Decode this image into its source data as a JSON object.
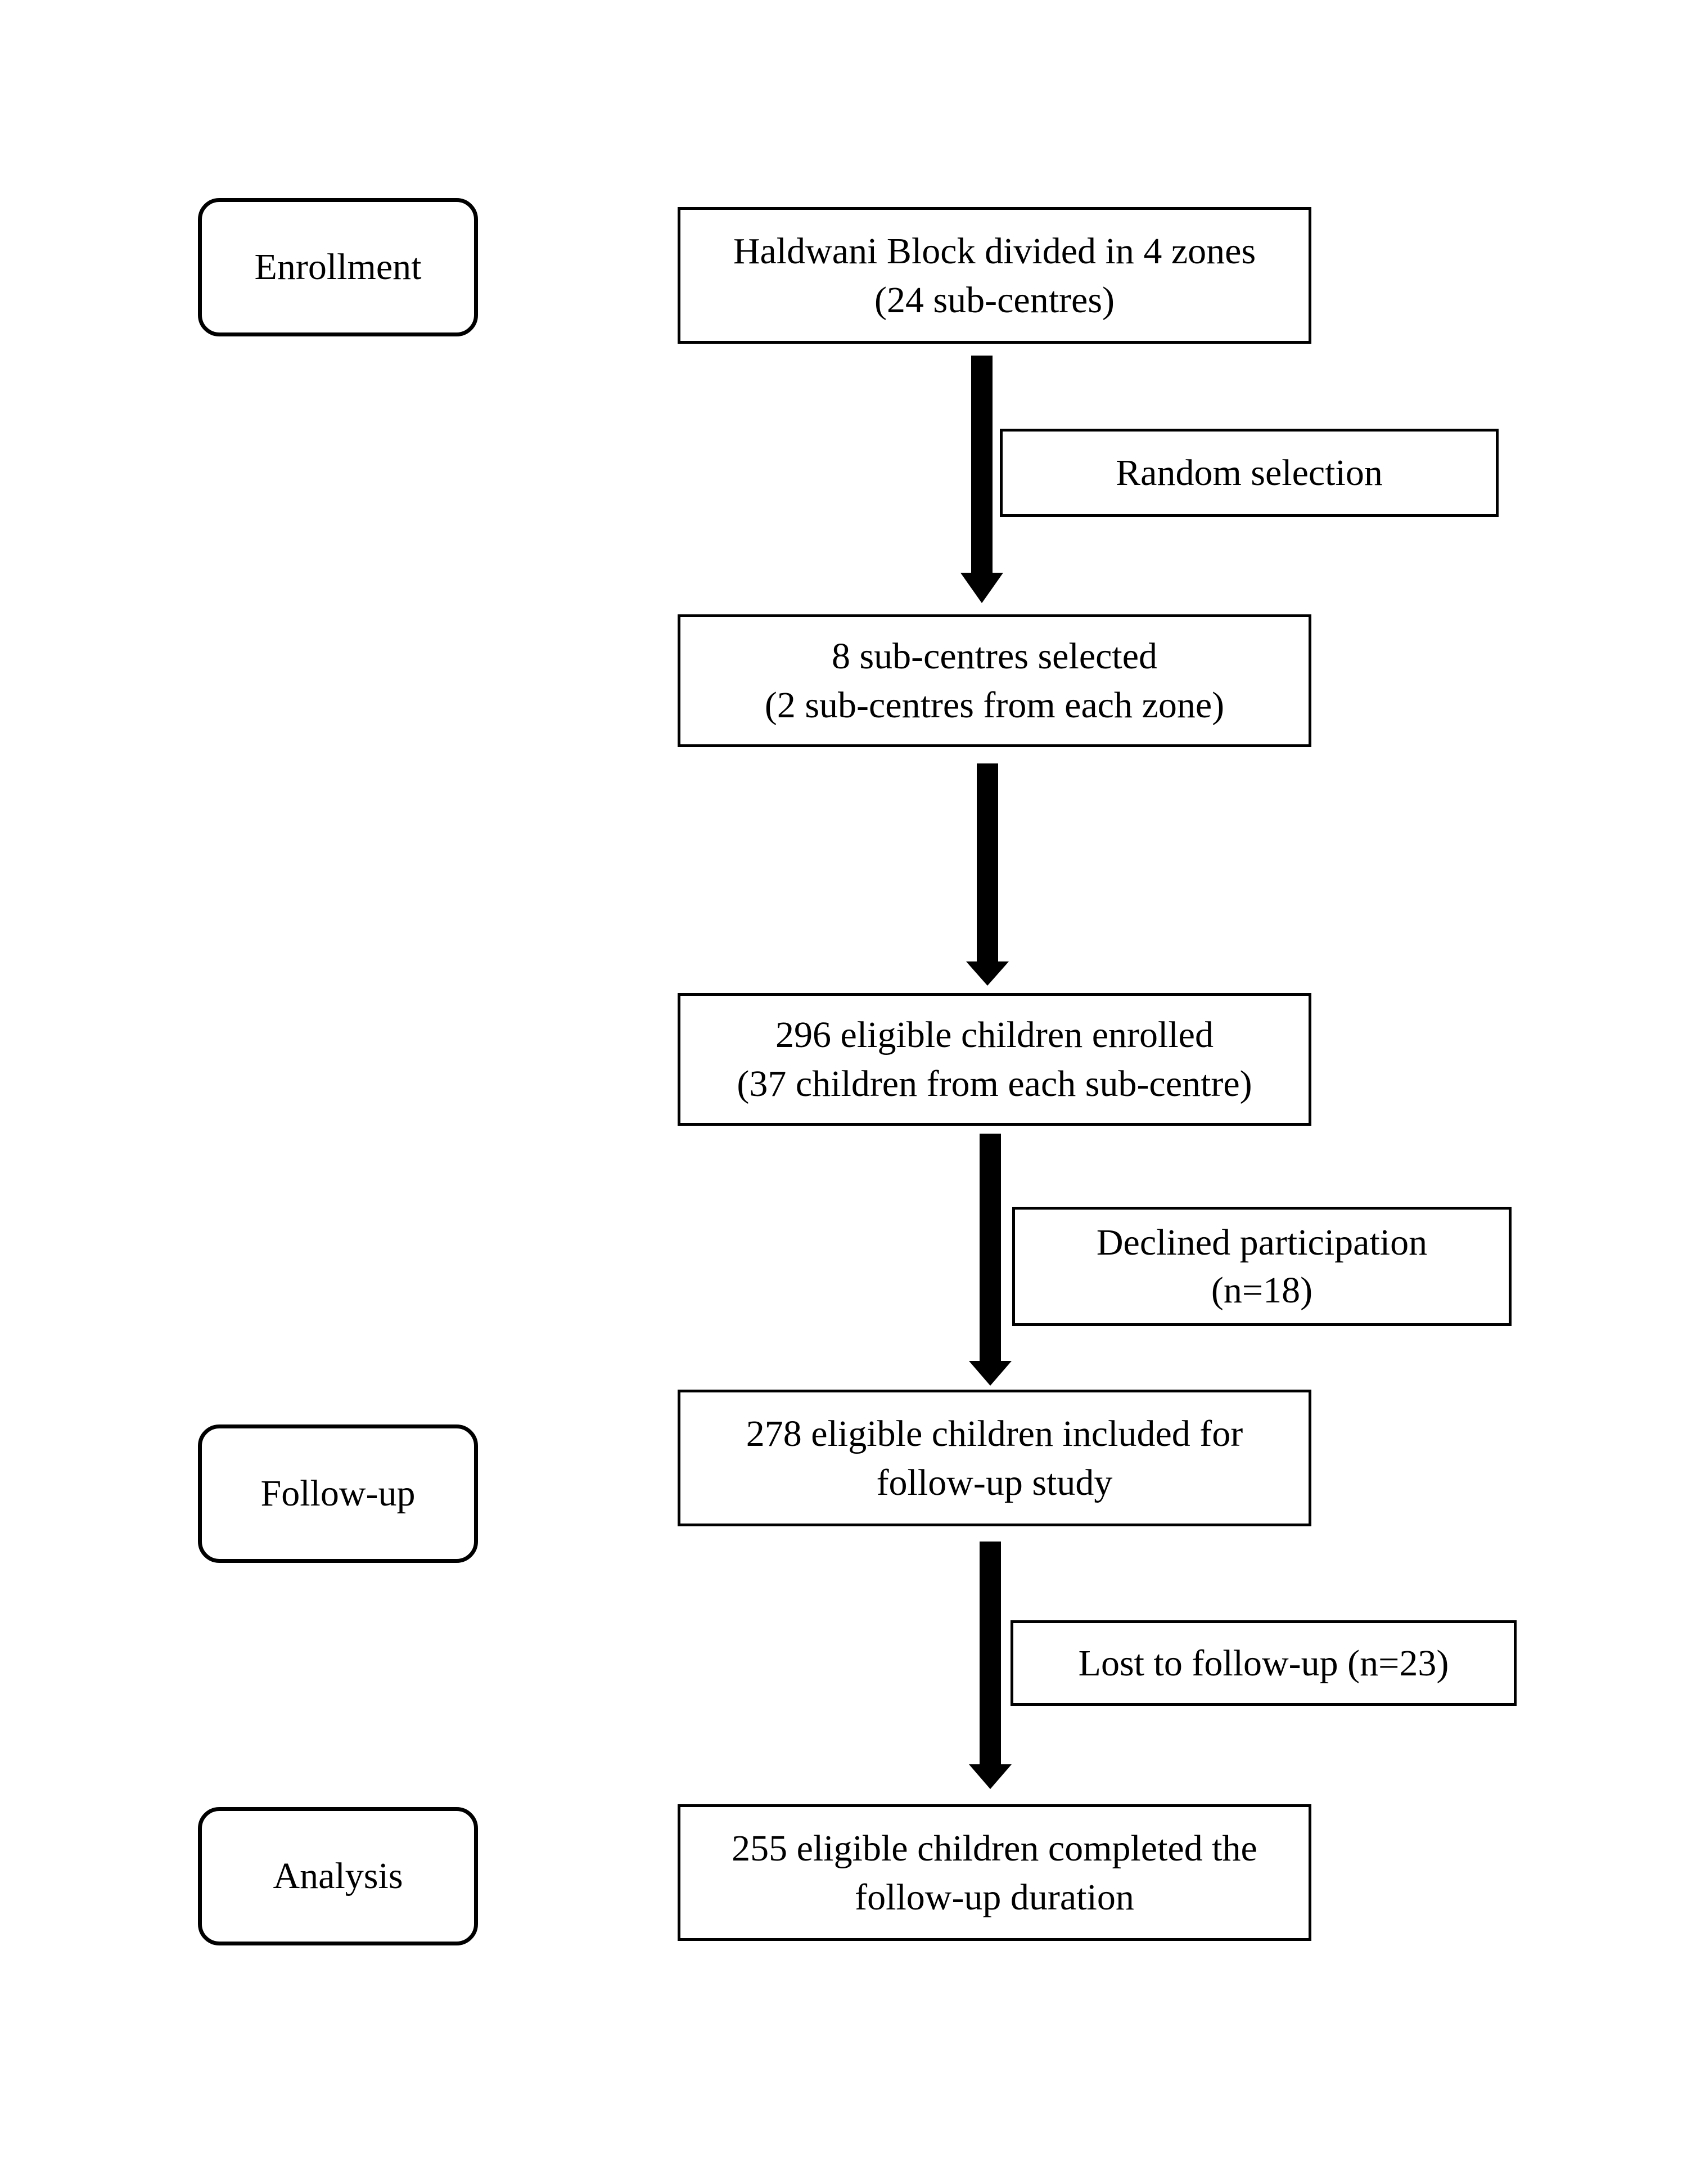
{
  "stages": {
    "enrollment": "Enrollment",
    "follow_up": "Follow-up",
    "analysis": "Analysis"
  },
  "flow": {
    "block": {
      "line1": "Haldwani Block divided in 4 zones",
      "line2": "(24 sub-centres)"
    },
    "selected": {
      "line1": "8 sub-centres selected",
      "line2": "(2 sub-centres from each zone)"
    },
    "enrolled": {
      "line1": "296 eligible children enrolled",
      "line2": "(37 children from each sub-centre)"
    },
    "included": {
      "line1": "278 eligible children included for",
      "line2": "follow-up study"
    },
    "completed": {
      "line1": "255 eligible children completed the",
      "line2": "follow-up duration"
    }
  },
  "side": {
    "random": {
      "line1": "Random selection"
    },
    "declined": {
      "line1": "Declined participation",
      "line2": "(n=18)"
    },
    "lost": {
      "line1": "Lost to follow-up (n=23)"
    }
  },
  "colors": {
    "stroke": "#000000",
    "background": "#ffffff"
  }
}
